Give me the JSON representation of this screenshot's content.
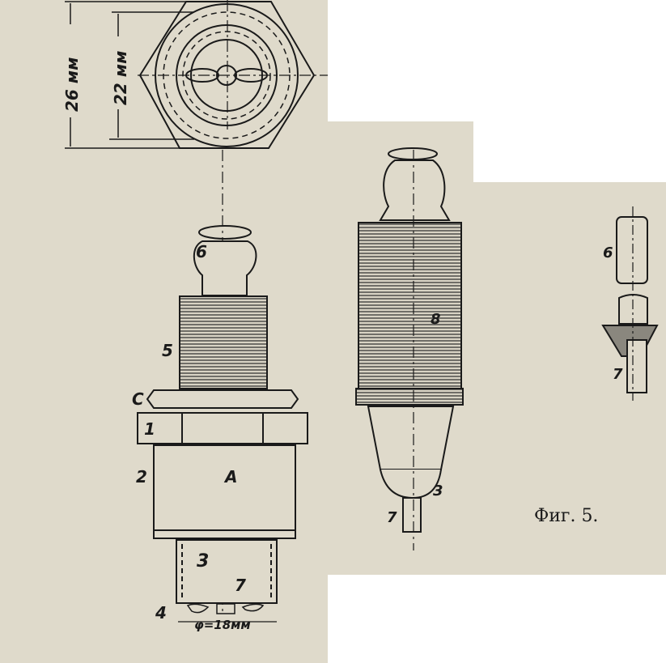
{
  "figure": {
    "caption": "Фиг. 5.",
    "top_view": {
      "dim_outer": "26 мм",
      "dim_inner": "22 мм"
    },
    "left_plug": {
      "label_6": "6",
      "label_5": "5",
      "label_c": "C",
      "label_1": "1",
      "label_2": "2",
      "label_a": "A",
      "label_3": "3",
      "label_7": "7",
      "label_4": "4",
      "dim_diameter": "φ=18мм"
    },
    "middle_insulator": {
      "label_8": "8",
      "label_3": "3",
      "label_7": "7"
    },
    "right_detail": {
      "label_6": "6",
      "label_7": "7"
    }
  }
}
